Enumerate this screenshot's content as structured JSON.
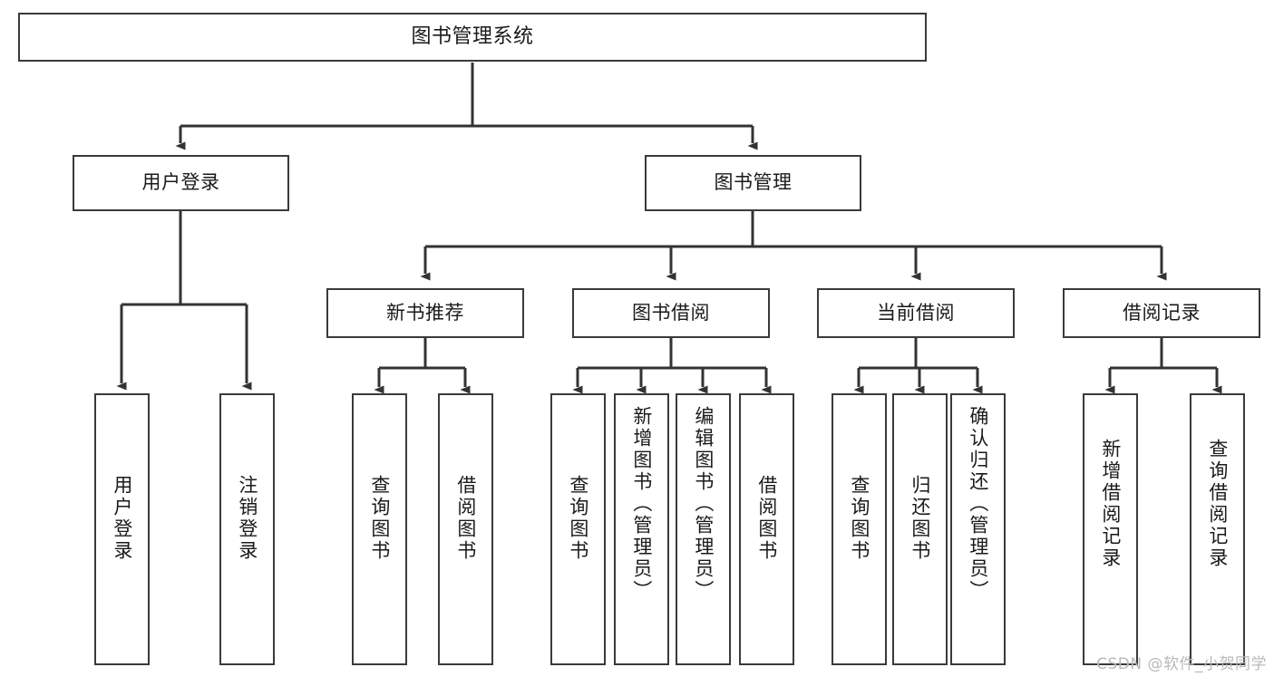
{
  "diagram": {
    "title": "图书管理系统",
    "type": "tree-hierarchy",
    "watermark": "CSDN @软件_小贺同学",
    "line_color": "#3a3a3a",
    "box_fill": "#ffffff",
    "text_color": "#1a1a1a"
  },
  "root": {
    "label": "图书管理系统"
  },
  "level2": [
    {
      "label": "用户登录"
    },
    {
      "label": "图书管理"
    }
  ],
  "level3": [
    {
      "label": "新书推荐"
    },
    {
      "label": "图书借阅"
    },
    {
      "label": "当前借阅"
    },
    {
      "label": "借阅记录"
    }
  ],
  "leaves": {
    "user_login": [
      {
        "label": "用户登录"
      },
      {
        "label": "注销登录"
      }
    ],
    "new_book_recommend": [
      {
        "label": "查询图书"
      },
      {
        "label": "借阅图书"
      }
    ],
    "book_borrow": [
      {
        "label": "查询图书"
      },
      {
        "label": "新增图书（管理员）"
      },
      {
        "label": "编辑图书（管理员）"
      },
      {
        "label": "借阅图书"
      }
    ],
    "current_borrow": [
      {
        "label": "查询图书"
      },
      {
        "label": "归还图书"
      },
      {
        "label": "确认归还（管理员）"
      }
    ],
    "borrow_record": [
      {
        "label": "新增借阅记录"
      },
      {
        "label": "查询借阅记录"
      }
    ]
  }
}
